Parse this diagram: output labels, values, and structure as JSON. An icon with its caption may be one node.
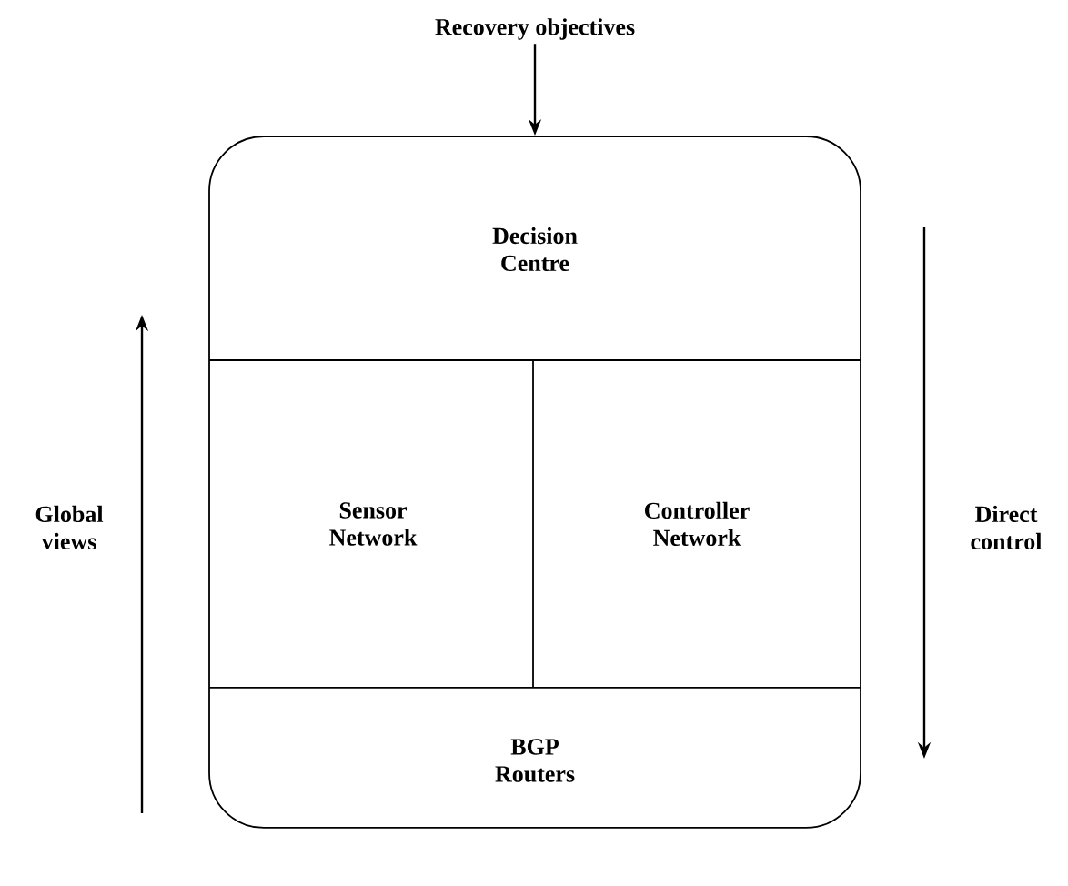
{
  "diagram": {
    "nodes": [
      {
        "text": [
          "Recovery objectives"
        ]
      },
      {
        "text": [],
        "shape": "box"
      },
      {
        "text": [
          "Decision Centre"
        ],
        "in": 1
      },
      {
        "text": [
          "Sensor Network"
        ],
        "in": 1
      },
      {
        "text": [
          "Controller Network"
        ],
        "in": 1
      },
      {
        "text": [
          "BGP Routers"
        ],
        "in": 1
      }
    ],
    "edges": [
      {
        "from": 0,
        "to": 1,
        "arrow": "to"
      }
    ],
    "labels": [
      "Global views",
      "Direct control"
    ]
  }
}
